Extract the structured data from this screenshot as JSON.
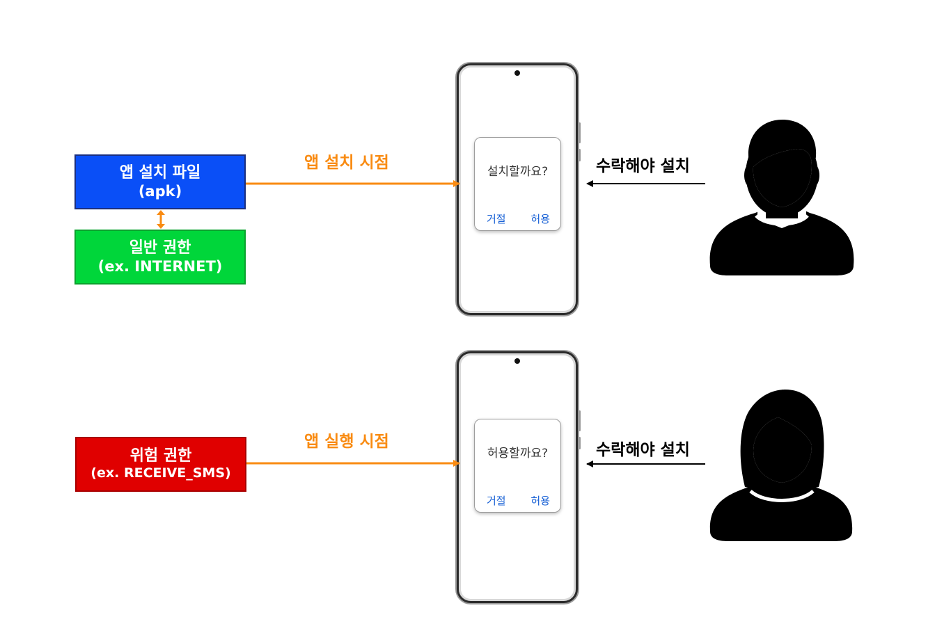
{
  "boxes": {
    "apk": {
      "line1": "앱 설치 파일",
      "line2": "(apk)",
      "color": "#0a4ff7"
    },
    "normal": {
      "line1": "일반 권한",
      "line2": "(ex. INTERNET)",
      "color": "#00d63a"
    },
    "danger": {
      "line1": "위험 권한",
      "line2": "(ex. RECEIVE_SMS)",
      "color": "#e00000"
    }
  },
  "arrows": {
    "install_time": "앱 설치 시점",
    "run_time": "앱 실행 시점",
    "user_top": "수락해야 설치",
    "user_bottom": "수락해야 설치"
  },
  "phones": {
    "top": {
      "question": "설치할까요?",
      "deny": "거절",
      "allow": "허용"
    },
    "bottom": {
      "question": "허용할까요?",
      "deny": "거절",
      "allow": "허용"
    }
  },
  "users": {
    "top": {
      "icon": "person-male-icon"
    },
    "bottom": {
      "icon": "person-female-icon"
    }
  },
  "colors": {
    "arrow": "#f98b12",
    "user_arrow": "#000000",
    "dialog_button": "#1a62d6"
  }
}
